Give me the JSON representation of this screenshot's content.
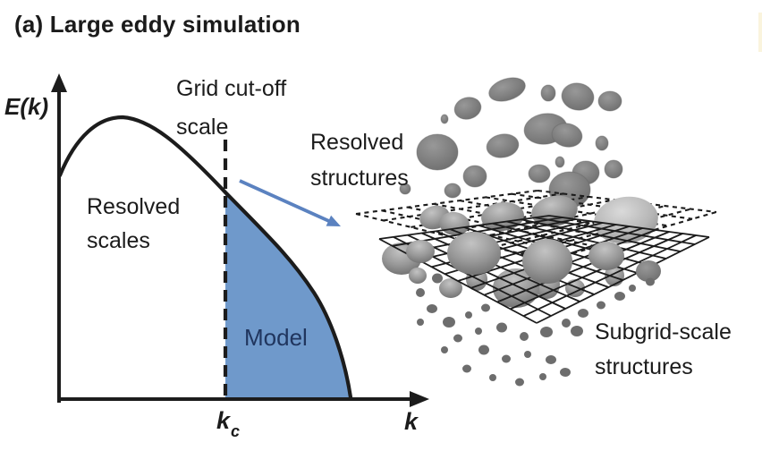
{
  "title": "(a) Large eddy simulation",
  "spectrum_plot": {
    "y_axis_label": "E(k)",
    "x_axis_label": "k",
    "cutoff_tick_label": "k",
    "cutoff_tick_subscript": "c",
    "cutoff_label_line1": "Grid cut-off",
    "cutoff_label_line2": "scale",
    "resolved_label_line1": "Resolved",
    "resolved_label_line2": "scales",
    "model_label": "Model",
    "model_fill_color": "#6f99cb",
    "model_text_color": "#20355e",
    "arrow_color": "#5b82c0",
    "line_color": "#1c1c1c"
  },
  "illustration": {
    "resolved_label_line1": "Resolved",
    "resolved_label_line2": "structures",
    "subgrid_label_line1": "Subgrid-scale",
    "subgrid_label_line2": "structures",
    "structure_color": "#7c7c7c",
    "grid_color": "#1c1c1c"
  }
}
